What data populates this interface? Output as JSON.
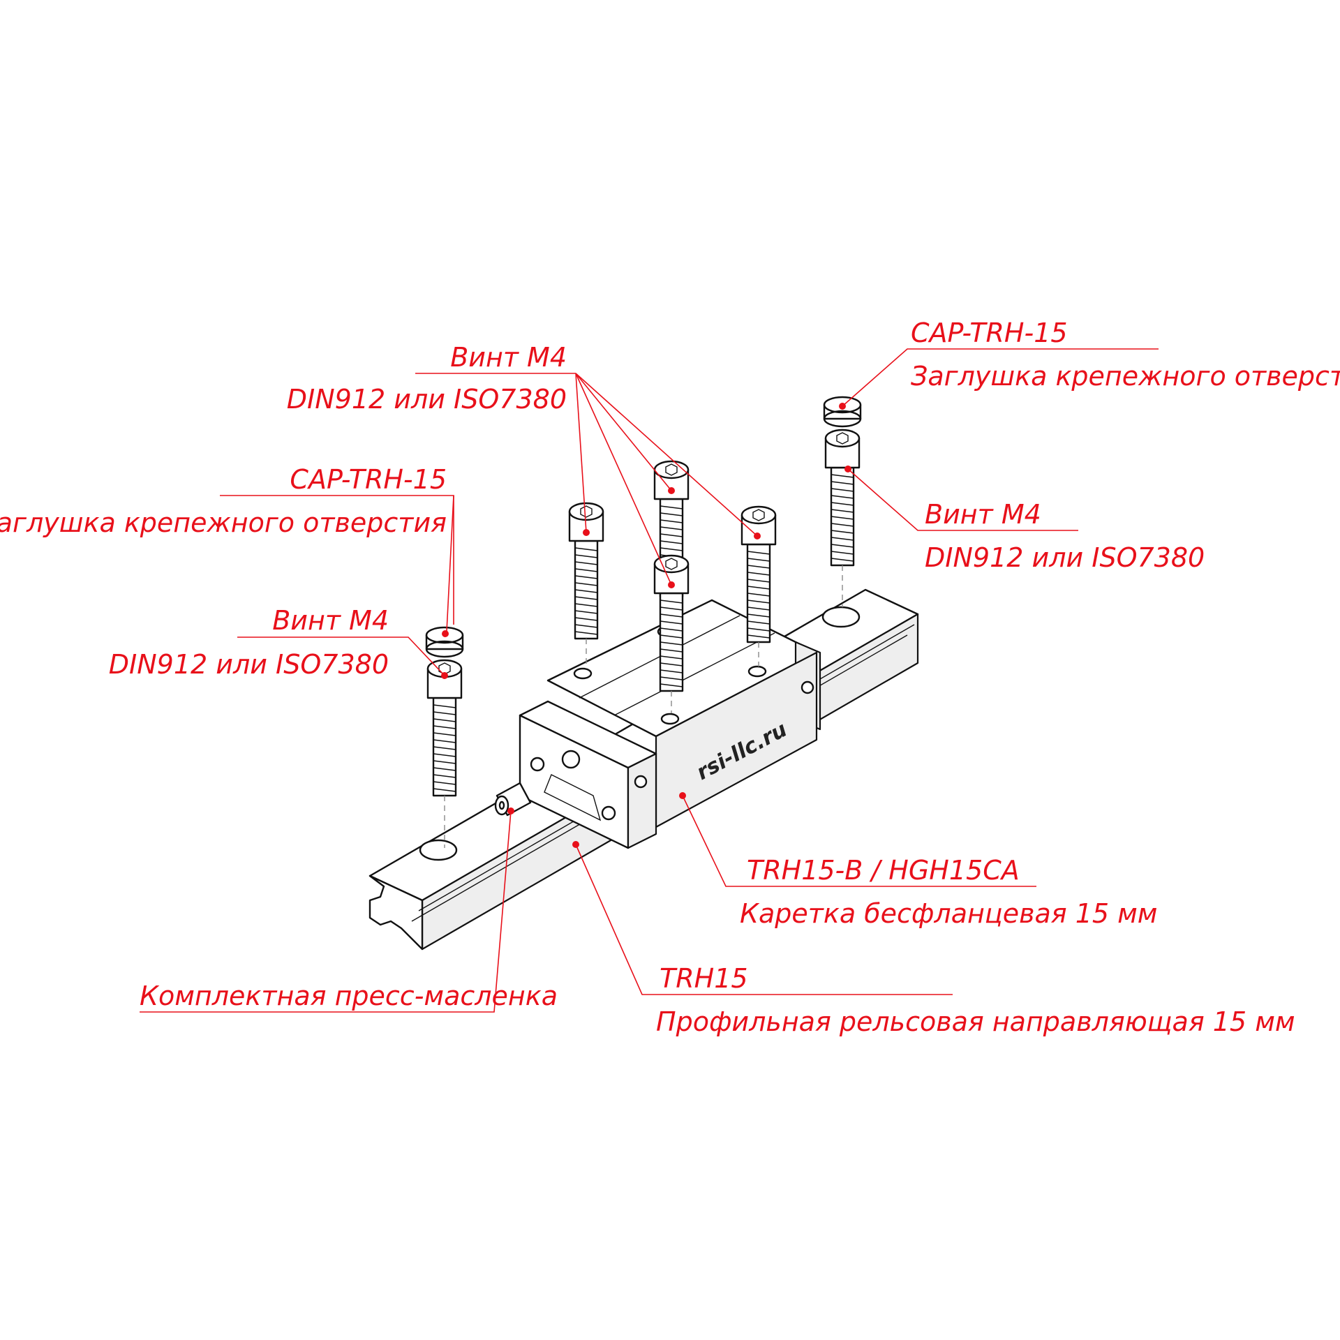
{
  "labels": {
    "screw_top": {
      "line1": "Винт М4",
      "line2": "DIN912 или ISO7380"
    },
    "cap_left": {
      "line1": "CAP-TRH-15",
      "line2": "Заглушка крепежного отверстия"
    },
    "screw_left": {
      "line1": "Винт М4",
      "line2": "DIN912 или ISO7380"
    },
    "cap_right": {
      "line1": "CAP-TRH-15",
      "line2": "Заглушка крепежного отверстия"
    },
    "screw_right": {
      "line1": "Винт М4",
      "line2": "DIN912 или ISO7380"
    },
    "carriage": {
      "line1": "TRH15-B / HGH15CA",
      "line2": "Каретка бесфланцевая 15 мм"
    },
    "rail": {
      "line1": "TRH15",
      "line2": "Профильная рельсовая направляющая 15 мм"
    },
    "grease_nipple": {
      "line1": "Комплектная пресс-масленка"
    }
  },
  "watermark": "rsi-llc.ru",
  "colors": {
    "label": "#e8101a",
    "ink": "#111111"
  }
}
